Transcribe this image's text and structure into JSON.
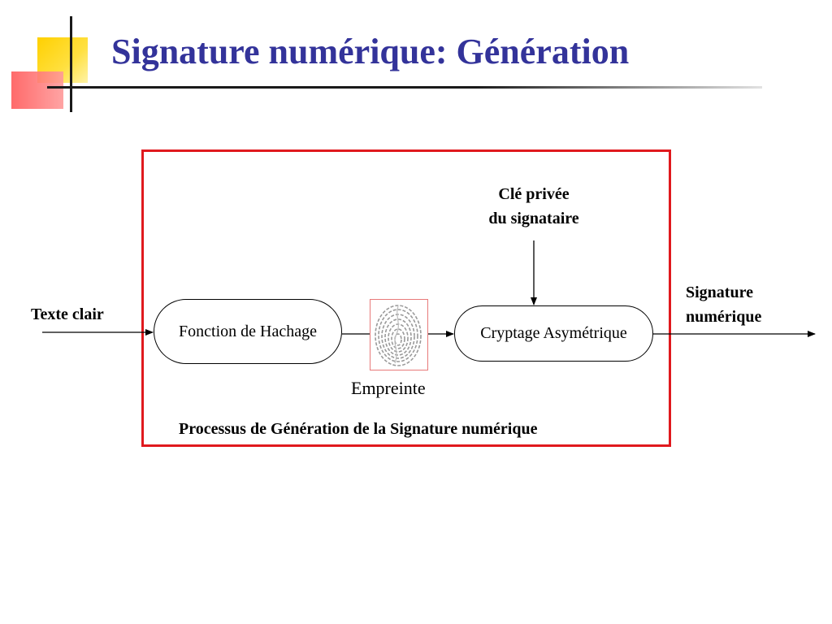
{
  "slide": {
    "title": "Signature numérique: Génération"
  },
  "diagram": {
    "input_label": "Texte clair",
    "hash_node_label": "Fonction de Hachage",
    "fingerprint_label": "Empreinte",
    "fingerprint_icon": "fingerprint-icon",
    "crypt_node_label": "Cryptage Asymétrique",
    "key_label_line1": "Clé privée",
    "key_label_line2": "du signataire",
    "output_label_line1": "Signature",
    "output_label_line2": "numérique",
    "process_caption": "Processus de Génération de la Signature numérique"
  },
  "colors": {
    "title": "#33339a",
    "frame": "#e0191e",
    "fingerprint_frame": "#e87a7a",
    "deco_yellow": "#ffd000",
    "deco_red": "#ff5a5a"
  }
}
